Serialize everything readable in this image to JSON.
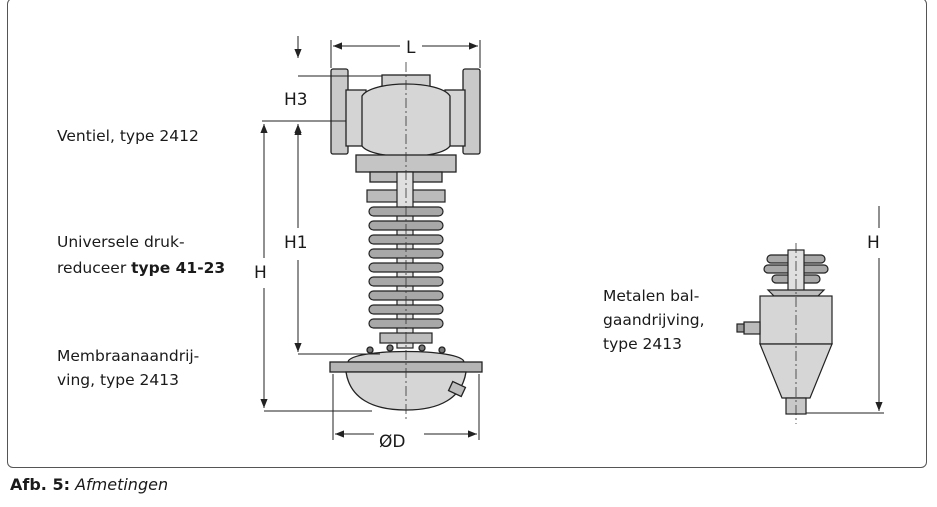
{
  "labels": {
    "valve": "Ventiel, type 2412",
    "regulator_line1": "Universele druk-",
    "regulator_line2_prefix": "reduceer ",
    "regulator_line2_bold": "type 41-23",
    "actuator_line1": "Membraanaandrij-",
    "actuator_line2": "ving, type 2413",
    "bellows_line1": "Metalen bal-",
    "bellows_line2": "gaandrijving,",
    "bellows_line3": "type 2413"
  },
  "dimensions": {
    "L": "L",
    "H3": "H3",
    "H1": "H1",
    "H_left": "H",
    "D": "ØD",
    "H_right": "H"
  },
  "caption": {
    "number": "Afb. 5:",
    "text": "Afmetingen"
  },
  "colors": {
    "metal_fill": "#d9d9d9",
    "metal_dark": "#9e9e9e",
    "outline": "#222222"
  }
}
